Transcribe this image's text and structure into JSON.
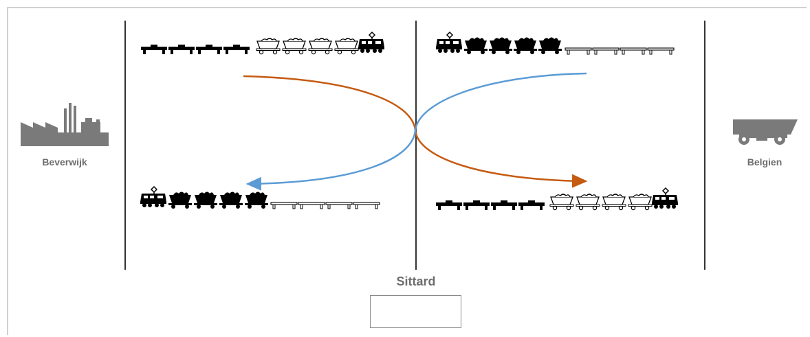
{
  "locations": {
    "left": "Beverwijk",
    "right": "Belgien",
    "center": "Sittard"
  },
  "icons": {
    "left": "factory-icon",
    "right": "dump-truck-icon",
    "swap_left": "operator-icon",
    "swap_middle": "exchange-arrows-icon",
    "swap_right": "operator-icon"
  },
  "colors": {
    "loaded_flow": "#c55a11",
    "empty_flow": "#5b9bd5",
    "icon_gray": "#7a7a7a"
  }
}
